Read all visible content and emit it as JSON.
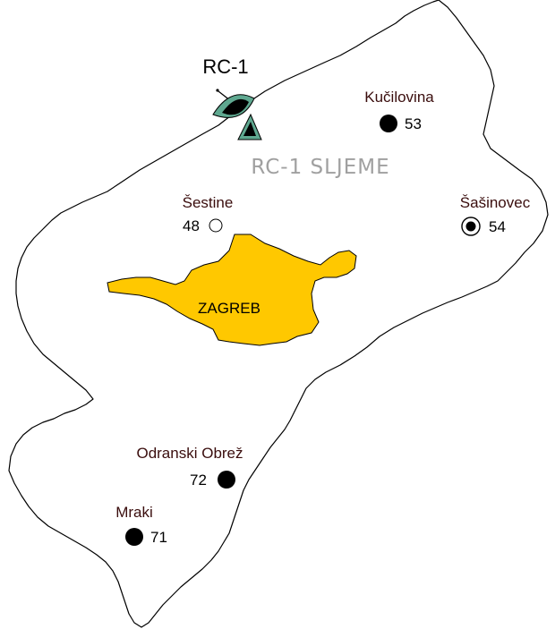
{
  "map": {
    "colors": {
      "background": "#ffffff",
      "boundary": "#000000",
      "city_fill": "#ffc800",
      "radar_fill": "#5fa890",
      "radar_dish": "#000000",
      "label_text": "#3a0d0d",
      "region_text": "#a0a0a0"
    },
    "radar": {
      "label": "RC-1",
      "icon": "radar-dish-icon"
    },
    "region_label": "RC-1 SLJEME",
    "city": {
      "name": "ZAGREB"
    },
    "stations": [
      {
        "id": "kucilovina",
        "name": "Kučilovina",
        "number": "53",
        "marker": "filled"
      },
      {
        "id": "sestine",
        "name": "Šestine",
        "number": "48",
        "marker": "hollow"
      },
      {
        "id": "sasinovec",
        "name": "Šašinovec",
        "number": "54",
        "marker": "ringed"
      },
      {
        "id": "odranski-obrez",
        "name": "Odranski Obrež",
        "number": "72",
        "marker": "filled"
      },
      {
        "id": "mraki",
        "name": "Mraki",
        "number": "71",
        "marker": "filled"
      }
    ]
  }
}
